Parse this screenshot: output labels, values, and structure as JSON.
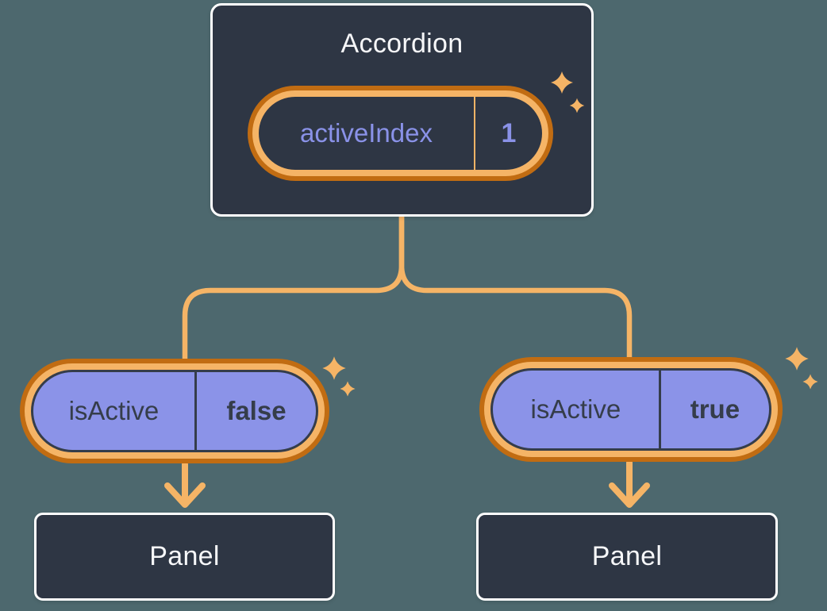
{
  "colors": {
    "background": "#4d686e",
    "card_fill": "#2e3644",
    "card_border": "#ffffff",
    "title_text": "#f6f7f9",
    "orange_light": "#f5b466",
    "orange_dark": "#c16c12",
    "purple_fill": "#8b93e8",
    "purple_text": "#8a92e8",
    "slate_dark": "#353d4a"
  },
  "accordion": {
    "title": "Accordion",
    "pill": {
      "label": "activeIndex",
      "value": "1"
    }
  },
  "children": [
    {
      "pill": {
        "label": "isActive",
        "value": "false"
      },
      "panel_label": "Panel"
    },
    {
      "pill": {
        "label": "isActive",
        "value": "true"
      },
      "panel_label": "Panel"
    }
  ],
  "icons": {
    "sparkle": "sparkle-icon",
    "arrow": "arrow-down-icon"
  }
}
